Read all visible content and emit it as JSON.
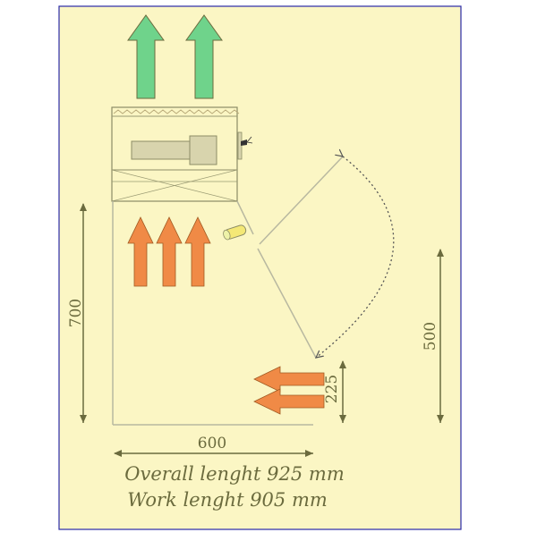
{
  "diagram": {
    "colors": {
      "background": "#fbf6c4",
      "frame": "#2a2aa8",
      "dimension": "#6b6b3e",
      "outline": "#9a9a72",
      "airflow_out": "#6fd38b",
      "airflow_in": "#f08a46"
    },
    "dimensions": {
      "height": "700",
      "width": "600",
      "opening": "500",
      "gap": "225"
    },
    "captions": {
      "overall": "Overall lenght 925 mm",
      "work": "Work lenght 905 mm"
    }
  }
}
